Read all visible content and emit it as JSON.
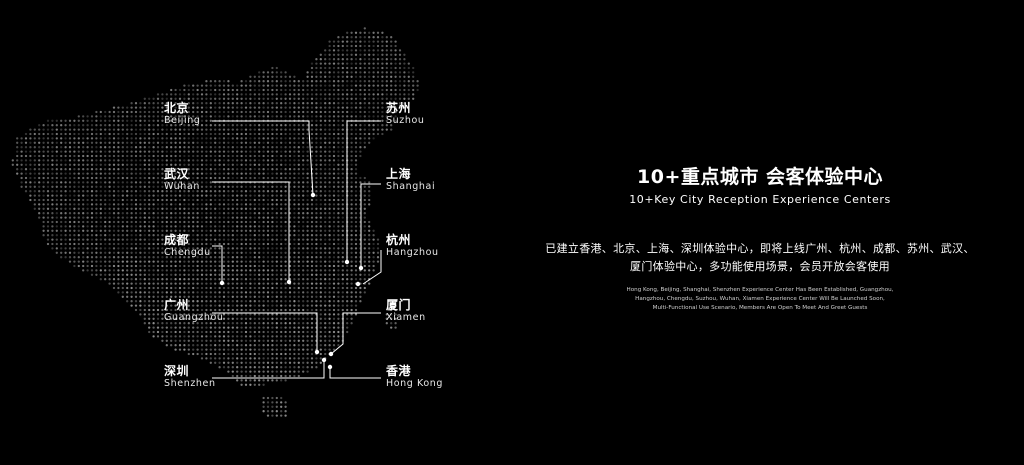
{
  "cities": [
    {
      "id": "beijing",
      "zh": "北京",
      "en": "Beijing"
    },
    {
      "id": "wuhan",
      "zh": "武汉",
      "en": "Wuhan"
    },
    {
      "id": "chengdu",
      "zh": "成都",
      "en": "Chengdu"
    },
    {
      "id": "guangzhou",
      "zh": "广州",
      "en": "Guangzhou"
    },
    {
      "id": "shenzhen",
      "zh": "深圳",
      "en": "Shenzhen"
    },
    {
      "id": "suzhou",
      "zh": "苏州",
      "en": "Suzhou"
    },
    {
      "id": "shanghai",
      "zh": "上海",
      "en": "Shanghai"
    },
    {
      "id": "hangzhou",
      "zh": "杭州",
      "en": "Hangzhou"
    },
    {
      "id": "xiamen",
      "zh": "厦门",
      "en": "Xiamen"
    },
    {
      "id": "hongkong",
      "zh": "香港",
      "en": "Hong Kong"
    }
  ],
  "panel": {
    "title_zh": "10+重点城市 会客体验中心",
    "title_en": "10+Key City Reception Experience Centers",
    "desc_zh_line1": "已建立香港、北京、上海、深圳体验中心，即将上线广州、杭州、成都、苏州、武汉、",
    "desc_zh_line2": "厦门体验中心，多功能使用场景，会员开放会客使用",
    "desc_en_line1": "Hong Kong, Beijing, Shanghai, Shenzhen Experience Center Has Been Established, Guangzhou,",
    "desc_en_line2": "Hangzhou, Chengdu, Suzhou, Wuhan, Xiamen Experience Center Will Be Launched Soon,",
    "desc_en_line3": "Multi-Functional Use Scenario, Members Are Open To Meet And Greet Guests"
  }
}
